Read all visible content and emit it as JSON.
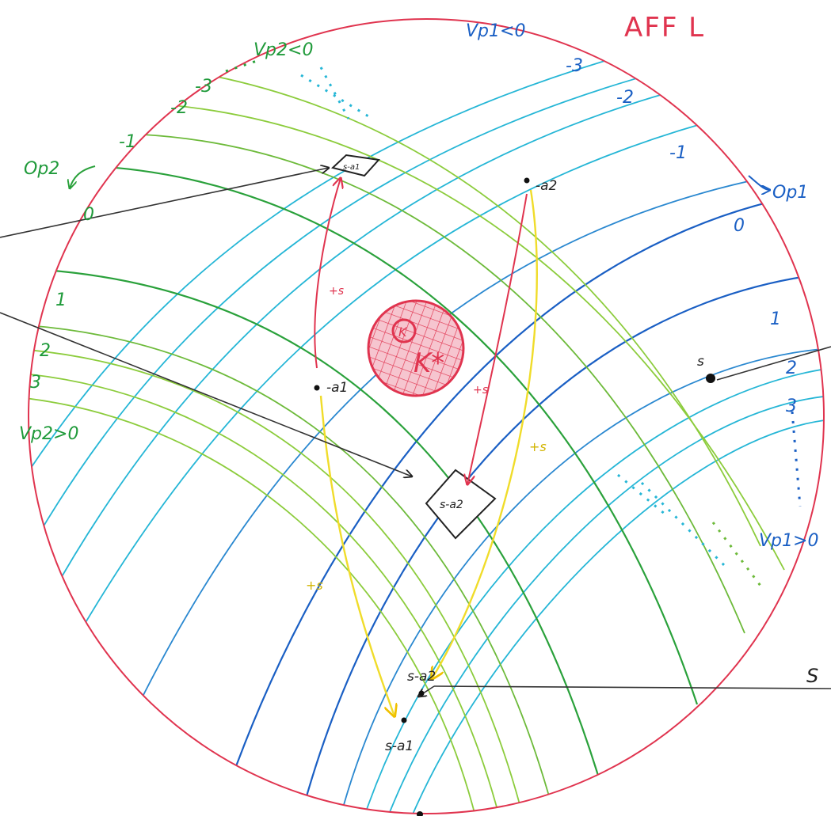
{
  "title": "AFF L",
  "top_right_label": "Vp1<0",
  "top_left_label": "Vp2<0",
  "right_side_label": "Vp1>0",
  "left_side_label": "Vp2>0",
  "op1_label": "Op1",
  "op2_label": "Op2",
  "blue_levels": [
    "-3",
    "-2",
    "-1",
    "0",
    "1",
    "2",
    "3"
  ],
  "green_levels": [
    "-3",
    "-2",
    "-1",
    "0",
    "1",
    "2",
    "3"
  ],
  "points": {
    "minus_a1": "-a1",
    "minus_a2": "-a2",
    "s": "s",
    "s_minus_a1": "s-a1",
    "s_minus_a2": "s-a2",
    "box_top": "s-a1",
    "box_mid": "s-a2"
  },
  "arrow_labels": {
    "red_left": "+s",
    "red_right": "+s",
    "yellow_left": "+s",
    "yellow_right": "+s"
  },
  "center_labels": {
    "k": "K",
    "k_star": "K*"
  },
  "side_letter": "S",
  "colors": {
    "circle": "#e0344f",
    "blue": "#1a5fc4",
    "cyan": "#25b6d6",
    "green": "#2aa13b",
    "lightgreen": "#8ccc3c",
    "red": "#e0344f",
    "yellow": "#f0dc2a",
    "black": "#222222"
  }
}
